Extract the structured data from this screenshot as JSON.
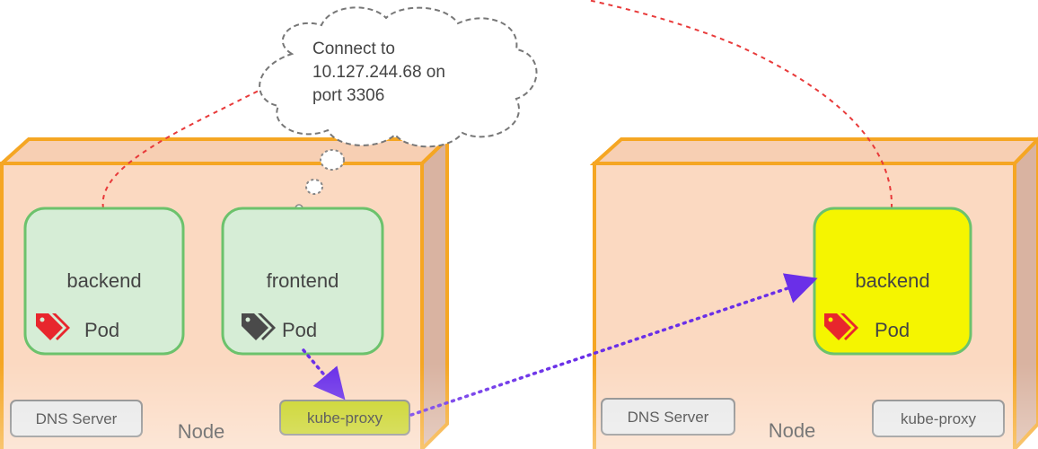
{
  "cloud": {
    "line1": "Connect to",
    "line2": "10.127.244.68 on",
    "line3": "port 3306"
  },
  "nodes": [
    {
      "label": "Node",
      "dns": "DNS Server",
      "proxy": "kube-proxy",
      "pods": [
        {
          "name": "backend",
          "label": "Pod",
          "tag": "red"
        },
        {
          "name": "frontend",
          "label": "Pod",
          "tag": "gray"
        }
      ]
    },
    {
      "label": "Node",
      "dns": "DNS Server",
      "proxy": "kube-proxy",
      "pods": [
        {
          "name": "backend",
          "label": "Pod",
          "tag": "red"
        }
      ]
    }
  ],
  "colors": {
    "node_front": "#fbd9c1",
    "node_top": "#f7cfb3",
    "node_side": "#d9b3a1",
    "node_border": "#f5a623",
    "pod_fill": "#d6edd6",
    "pod_border": "#6cc26c",
    "pod_active_fill": "#f5f500",
    "tag_red": "#e8262d",
    "tag_gray": "#4a4a4a",
    "button_fill": "#e8e8e8",
    "button_active_fill": "#c8d21e",
    "dashed_red": "#e83a3a",
    "dotted_purple": "#6a2fe8"
  }
}
